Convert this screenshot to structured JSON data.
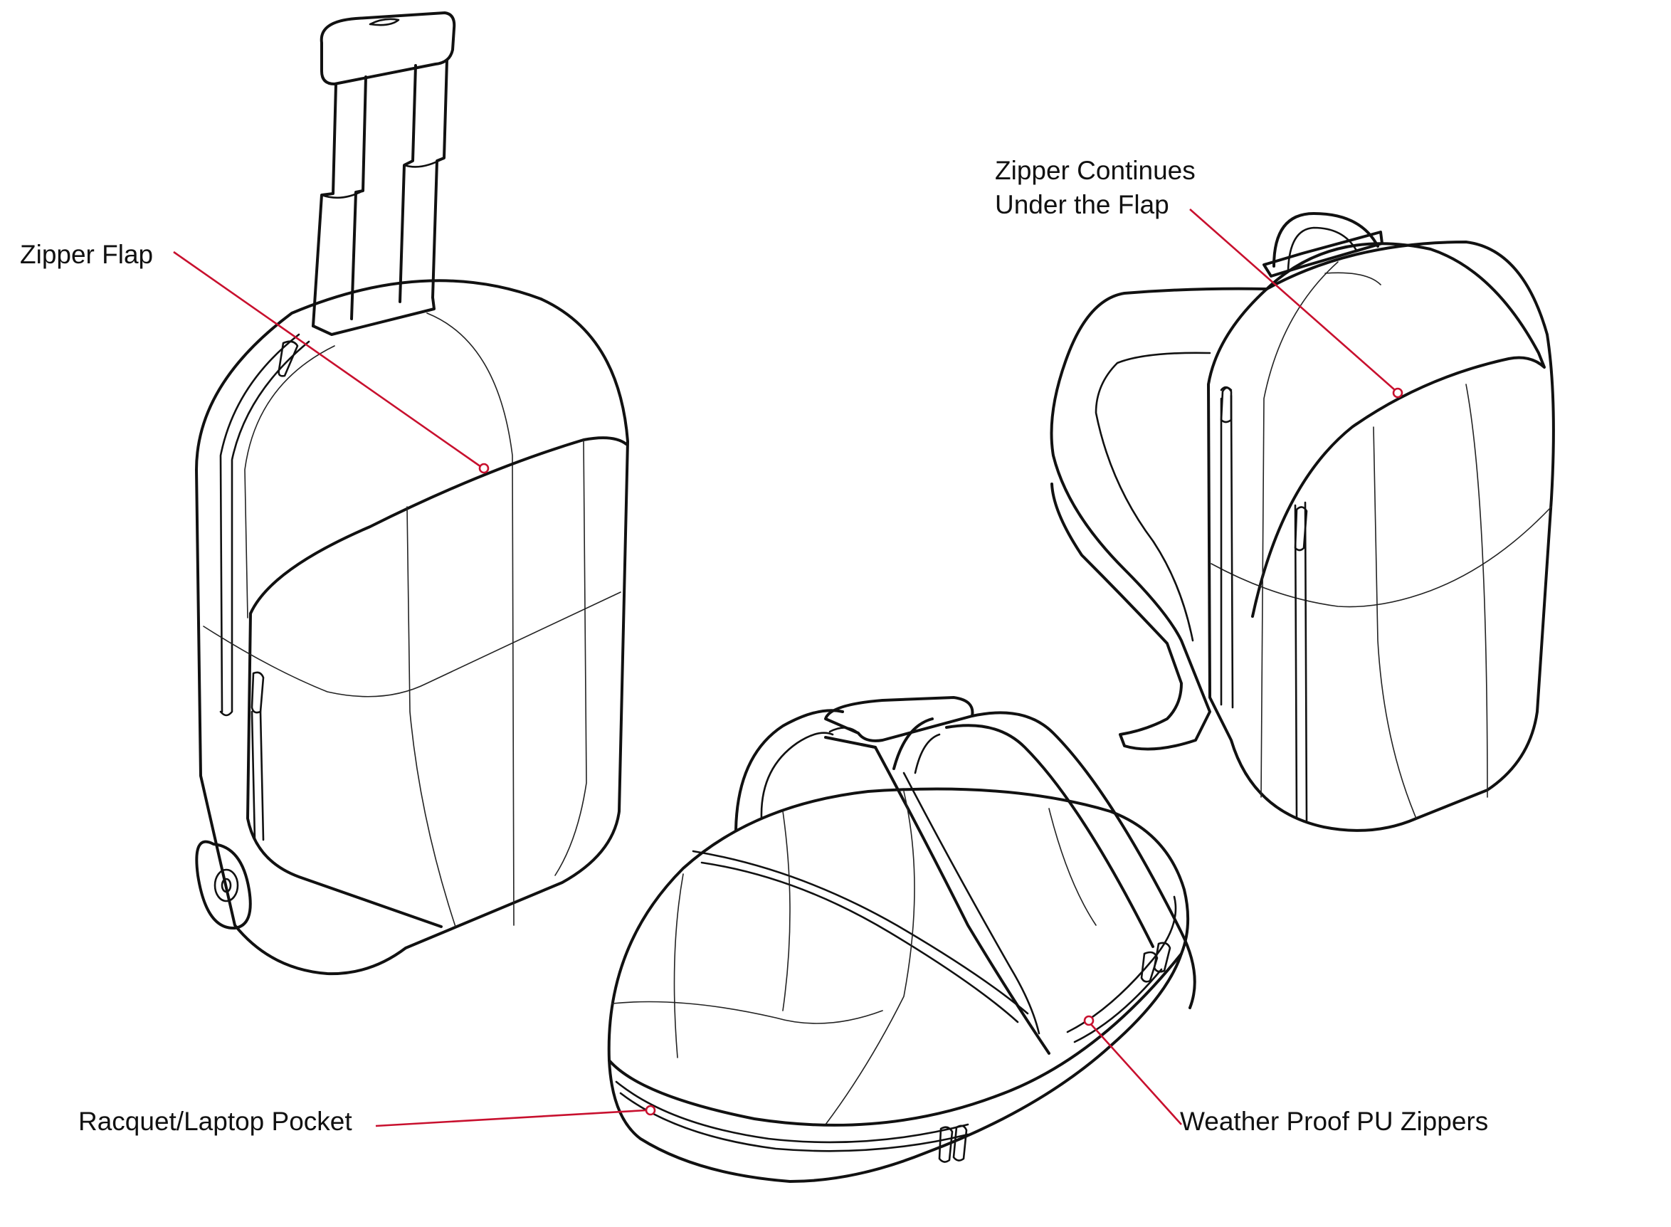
{
  "accent_color": "#c8102e",
  "ink_color": "#111111",
  "products": [
    {
      "id": "rolling-suitcase",
      "icon": "suitcase-icon"
    },
    {
      "id": "backpack",
      "icon": "backpack-icon"
    },
    {
      "id": "duffel-bag",
      "icon": "duffel-bag-icon"
    }
  ],
  "callouts": {
    "zipper_flap": {
      "text": "Zipper Flap"
    },
    "zipper_continues": {
      "line1": "Zipper Continues",
      "line2": "Under the Flap"
    },
    "racquet_pocket": {
      "text": "Racquet/Laptop Pocket"
    },
    "weather_zippers": {
      "text": "Weather Proof PU Zippers"
    }
  }
}
